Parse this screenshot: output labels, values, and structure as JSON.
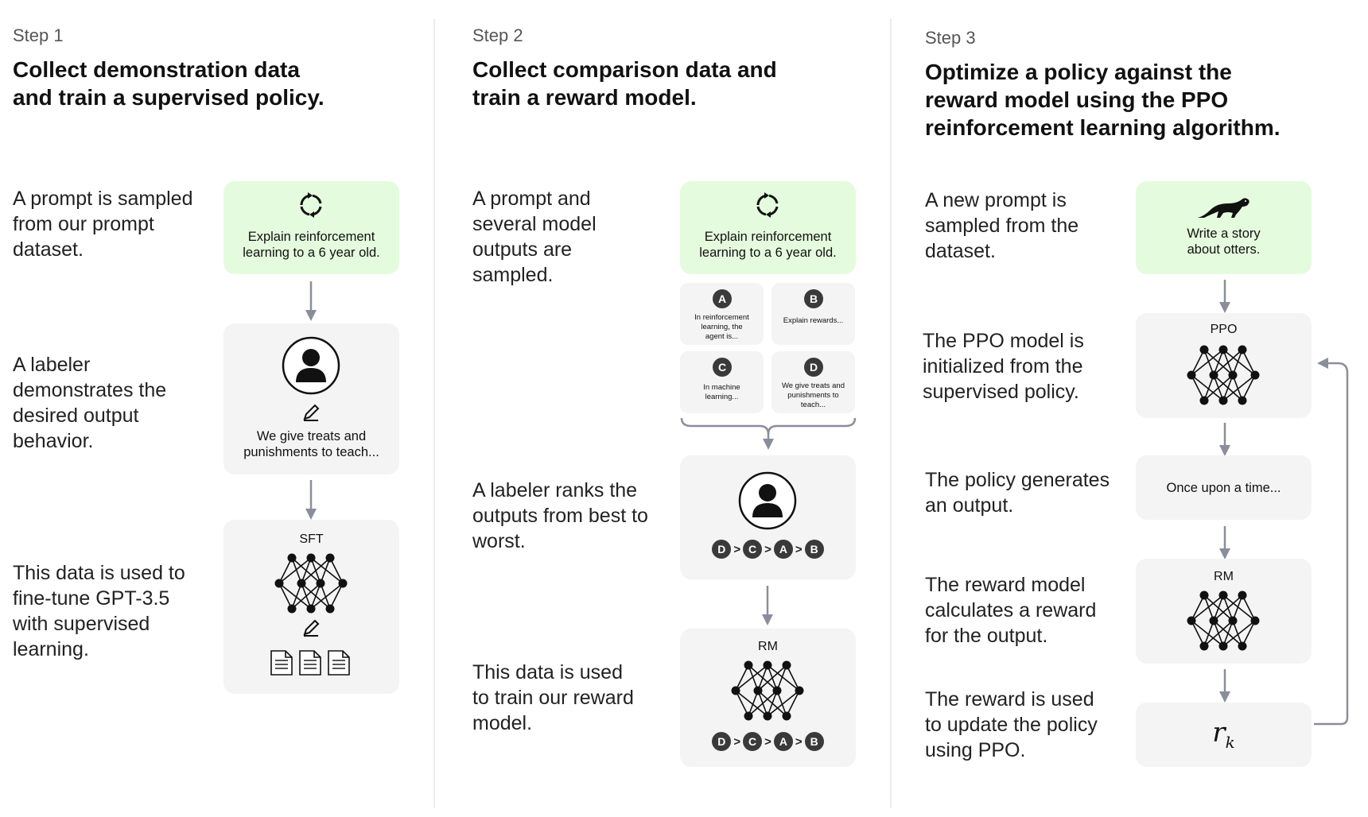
{
  "steps": [
    {
      "label": "Step 1",
      "title_lines": [
        "Collect demonstration data",
        "and train a supervised policy."
      ],
      "descriptions": [
        "A prompt is sampled from our prompt dataset.",
        "A labeler demonstrates the desired output behavior.",
        "This data is used to fine-tune GPT-3.5 with supervised learning."
      ],
      "prompt_card_lines": [
        "Explain reinforcement",
        "learning to a 6 year old."
      ],
      "demo_card_lines": [
        "We give treats and",
        "punishments to teach..."
      ],
      "model_label": "SFT"
    },
    {
      "label": "Step 2",
      "title_lines": [
        "Collect comparison data and",
        "train a reward model."
      ],
      "descriptions": [
        "A prompt and several model outputs are sampled.",
        "A labeler ranks the outputs from best to worst.",
        "This data is used to train our reward model."
      ],
      "prompt_card_lines": [
        "Explain reinforcement",
        "learning to a 6 year old."
      ],
      "outputs": [
        {
          "letter": "A",
          "lines": [
            "In reinforcement",
            "learning, the",
            "agent is..."
          ]
        },
        {
          "letter": "B",
          "lines": [
            "Explain rewards..."
          ]
        },
        {
          "letter": "C",
          "lines": [
            "In machine",
            "learning..."
          ]
        },
        {
          "letter": "D",
          "lines": [
            "We give treats and",
            "punishments to",
            "teach..."
          ]
        }
      ],
      "ranking": [
        "D",
        "C",
        "A",
        "B"
      ],
      "rank_separator": ">",
      "model_label": "RM"
    },
    {
      "label": "Step 3",
      "title_lines": [
        "Optimize a policy against the",
        "reward model using the PPO",
        "reinforcement learning algorithm."
      ],
      "descriptions": [
        "A new prompt is sampled from the dataset.",
        "The PPO model is initialized from the supervised policy.",
        "The policy generates an output.",
        "The reward model calculates a reward for the output.",
        "The reward is used to update the policy using PPO."
      ],
      "prompt_card_lines": [
        "Write a story",
        "about otters."
      ],
      "policy_label": "PPO",
      "output_text": "Once upon a time...",
      "reward_model_label": "RM",
      "reward_symbol": "r",
      "reward_subscript": "k"
    }
  ],
  "colors": {
    "prompt_card": "#e5fbdd",
    "card": "#f4f4f4",
    "arrow": "#8a8e9c",
    "badge": "#3a3a3a"
  },
  "icons": [
    "refresh-icon",
    "user-icon",
    "pencil-icon",
    "network-icon",
    "document-icon",
    "otter-icon"
  ]
}
